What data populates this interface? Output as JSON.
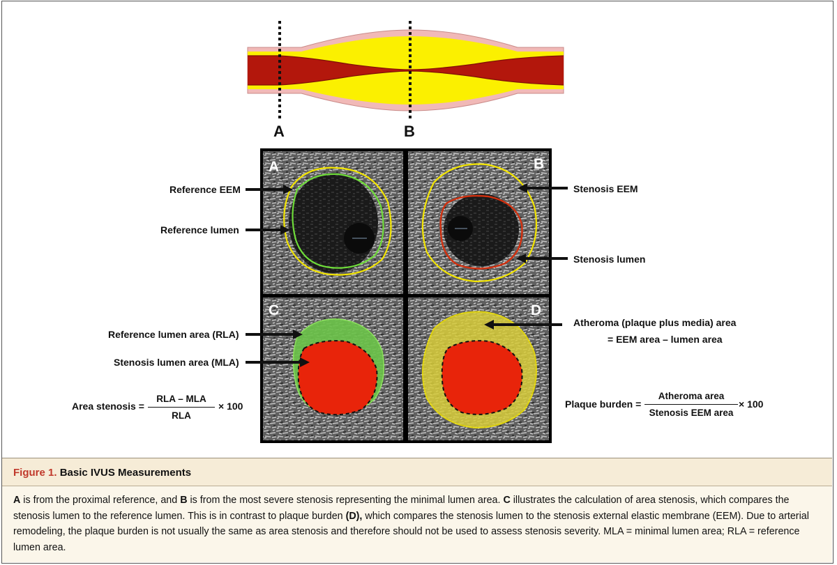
{
  "top_diagram": {
    "cut_labels": [
      "A",
      "B"
    ]
  },
  "panels": {
    "A": "A",
    "B": "B",
    "C": "C",
    "D": "D"
  },
  "annotations": {
    "reference_eem": "Reference EEM",
    "reference_lumen": "Reference lumen",
    "stenosis_eem": "Stenosis EEM",
    "stenosis_lumen": "Stenosis lumen",
    "rla": "Reference lumen area (RLA)",
    "mla": "Stenosis lumen area (MLA)",
    "atheroma_line1": "Atheroma (plaque plus media) area",
    "atheroma_line2": "= EEM area – lumen area"
  },
  "formulas": {
    "area_stenosis": {
      "label": "Area stenosis =",
      "numerator": "RLA – MLA",
      "denominator": "RLA",
      "multiplier": "× 100"
    },
    "plaque_burden": {
      "label": "Plaque burden =",
      "numerator": "Atheroma area",
      "denominator": "Stenosis EEM area",
      "multiplier": "× 100"
    }
  },
  "caption": {
    "figure_number": "Figure 1.",
    "title": "Basic IVUS Measurements",
    "p1": "A",
    "p2": " is from the proximal reference, and ",
    "p3": "B",
    "p4": " is from the most severe stenosis representing the minimal lumen area. ",
    "p5": "C",
    "p6": " illustrates the calculation of area stenosis, which compares the stenosis lumen to the reference lumen. This is in contrast to plaque burden ",
    "p7": "(D),",
    "p8": " which compares the stenosis lumen to the stenosis external elastic membrane (EEM). Due to arterial remodeling, the plaque burden is not usually the same as area stenosis and therefore should not be used to assess stenosis severity. MLA = minimal lumen area; RLA = reference lumen area."
  },
  "colors": {
    "vessel_outer": "#f1b9b7",
    "plaque": "#fbf000",
    "lumen": "#b3170c",
    "eem_contour": "#f2e400",
    "reference_lumen_contour": "#6fdc3a",
    "stenosis_lumen_contour": "#d1300f",
    "lumen_fill": "#e8240a",
    "rla_fill": "#6cc24a",
    "atheroma_fill": "#d8cd3a",
    "caption_figure_number": "#c0392b"
  }
}
